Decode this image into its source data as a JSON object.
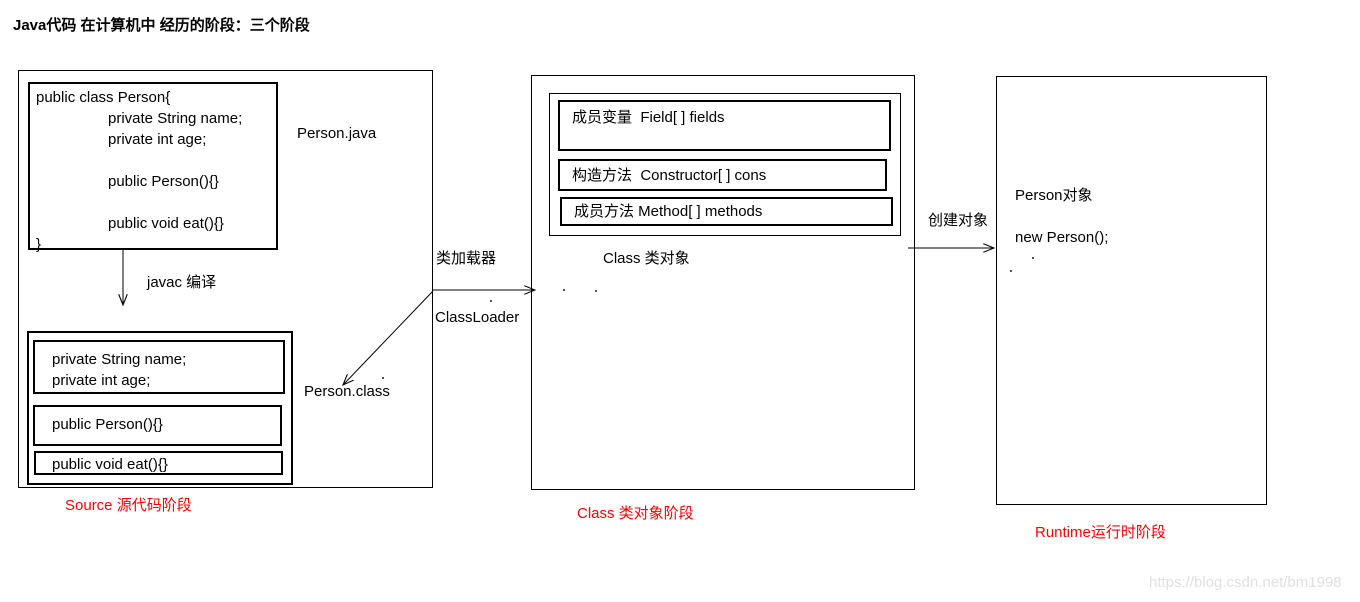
{
  "title": "Java代码 在计算机中 经历的阶段：三个阶段",
  "watermark": "https://blog.csdn.net/bm1998",
  "colors": {
    "stage_label": "#ff0000",
    "line": "#000000",
    "watermark": "#e0e0e0"
  },
  "source_stage": {
    "file_label": "Person.java",
    "code_lines": [
      "public class Person{",
      "private String name;",
      "private int age;",
      "public Person(){}",
      "public void eat(){}",
      "}"
    ],
    "javac_label": "javac 编译",
    "compiled_label": "Person.class",
    "compiled_boxes": [
      [
        "private String name;",
        "private int age;"
      ],
      [
        "public Person(){}"
      ],
      [
        "public void eat(){}"
      ]
    ],
    "stage_label": "Source 源代码阶段"
  },
  "loader": {
    "label_cn": "类加载器",
    "label_en": "ClassLoader"
  },
  "class_stage": {
    "members": [
      "成员变量  Field[ ] fields",
      "构造方法  Constructor[ ] cons",
      "成员方法 Method[ ] methods"
    ],
    "object_label": "Class 类对象",
    "stage_label": "Class 类对象阶段"
  },
  "create_arrow_label": "创建对象",
  "runtime_stage": {
    "object_label": "Person对象",
    "code": "new Person();",
    "stage_label": "Runtime运行时阶段"
  }
}
